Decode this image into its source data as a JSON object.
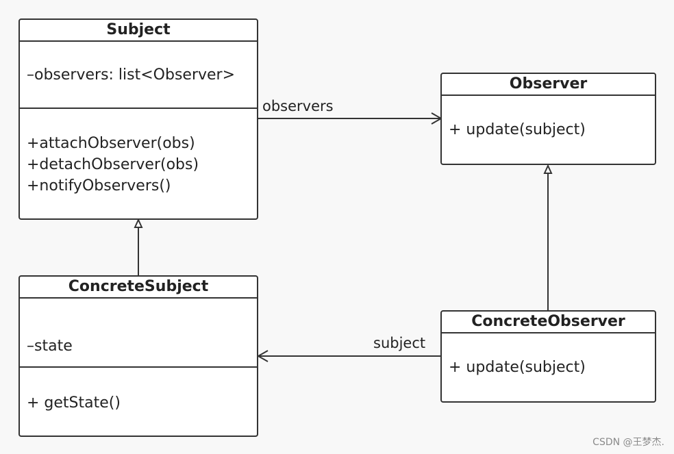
{
  "classes": {
    "subject": {
      "name": "Subject",
      "attributes": [
        "–observers: list<Observer>"
      ],
      "methods": [
        "+attachObserver(obs)",
        "+detachObserver(obs)",
        "+notifyObservers()"
      ]
    },
    "observer": {
      "name": "Observer",
      "methods": [
        "+ update(subject)"
      ]
    },
    "concrete_subject": {
      "name": "ConcreteSubject",
      "attributes": [
        "–state"
      ],
      "methods": [
        "+ getState()"
      ]
    },
    "concrete_observer": {
      "name": "ConcreteObserver",
      "methods": [
        "+ update(subject)"
      ]
    }
  },
  "relations": {
    "subject_to_observer": {
      "label": "observers",
      "kind": "association"
    },
    "concrete_observer_to_concrete_subject": {
      "label": "subject",
      "kind": "association"
    },
    "concrete_subject_to_subject": {
      "kind": "generalization"
    },
    "concrete_observer_to_observer": {
      "kind": "generalization"
    }
  },
  "watermark": "CSDN @王梦杰."
}
